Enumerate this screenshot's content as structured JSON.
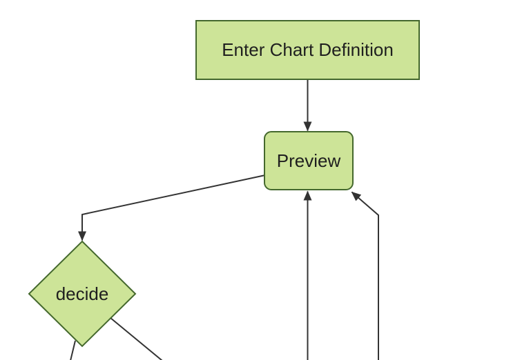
{
  "diagram": {
    "type": "flowchart",
    "direction": "top-down",
    "colors": {
      "background": "#ffffff",
      "node_fill": "#cde498",
      "node_stroke": "#44682d",
      "edge_stroke": "#333333",
      "arrowhead_fill": "#333333",
      "label_color": "#1f1f1f"
    },
    "nodes": {
      "enter": {
        "label": "Enter Chart Definition",
        "shape": "rectangle"
      },
      "preview": {
        "label": "Preview",
        "shape": "rounded-rectangle"
      },
      "decide": {
        "label": "decide",
        "shape": "diamond"
      }
    },
    "edges": [
      {
        "from": "enter",
        "to": "preview",
        "arrowhead": true
      },
      {
        "from": "preview",
        "to": "decide",
        "arrowhead": true
      },
      {
        "from": "offscreen-bottom",
        "to": "preview",
        "arrowhead": true,
        "visible_part": "vertical line entering from bottom edge into bottom of Preview"
      },
      {
        "from": "offscreen-bottom-right",
        "to": "preview",
        "arrowhead": true,
        "visible_part": "vertical line from bottom edge with elbow into bottom-right corner of Preview"
      },
      {
        "from": "decide",
        "to": "offscreen-bottom-left",
        "arrowhead": false,
        "visible_part": "line from lower-left of diamond exiting bottom edge"
      },
      {
        "from": "decide",
        "to": "offscreen-bottom-right",
        "arrowhead": false,
        "visible_part": "line from lower-right edge of diamond exiting bottom edge"
      }
    ]
  }
}
